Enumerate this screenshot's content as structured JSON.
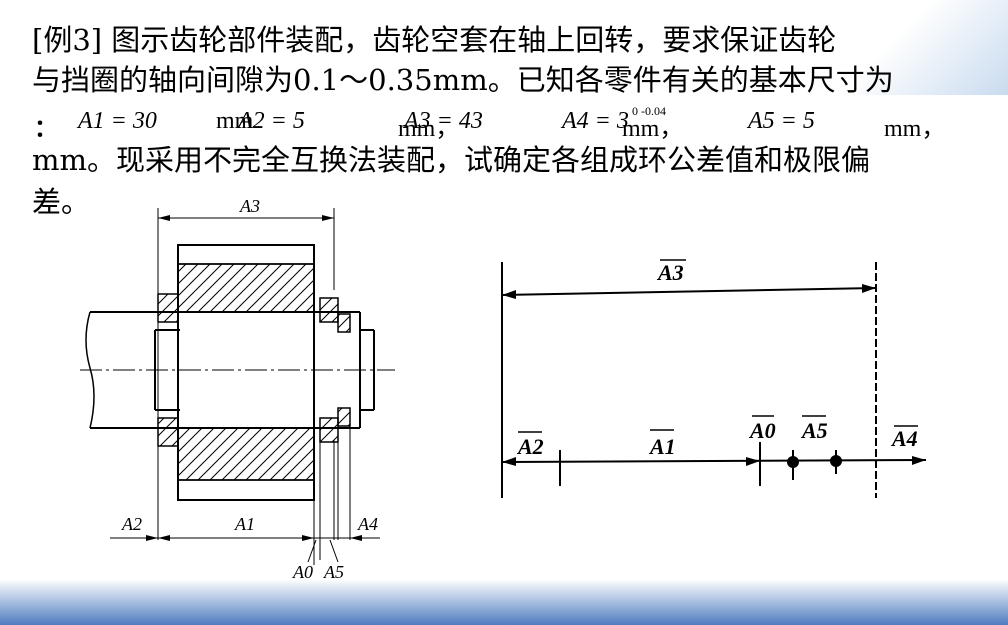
{
  "problem": {
    "line1": "[例3]   图示齿轮部件装配，齿轮空套在轴上回转，要求保证齿轮",
    "line2": "与挡圈的轴向间隙为0.1～0.35mm。已知各零件有关的基本尺寸为",
    "colon": "：",
    "line4": "mm。现采用不完全互换法装配，试确定各组成环公差值和极限偏",
    "line5": "差。"
  },
  "dimensions": {
    "A1": "A1 = 30",
    "A2": "A2 = 5",
    "A3": "A3 = 43",
    "A4": "A4 = 3",
    "A4_tol": "0  -0.04",
    "A5": "A5 = 5",
    "unit": "mm",
    "unit_comma": "mm，"
  },
  "drawing_labels": {
    "A1": "A1",
    "A2": "A2",
    "A3": "A3",
    "A4": "A4",
    "A0": "A0",
    "A5": "A5"
  },
  "chain_labels": {
    "A1": "A1",
    "A2": "A2",
    "A3": "A3",
    "A4": "A4",
    "A0": "A0",
    "A5": "A5"
  },
  "colors": {
    "background": "#ffffff",
    "accent_bar": "#4f7cc0",
    "ink": "#000000"
  }
}
